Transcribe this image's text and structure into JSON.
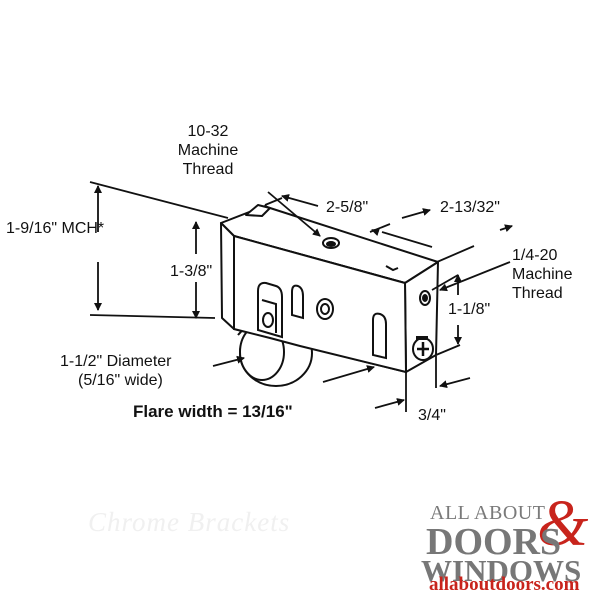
{
  "labels": {
    "thread_10_32": [
      "10-32",
      "Machine",
      "Thread"
    ],
    "dim_2_5_8": "2-5/8\"",
    "dim_2_13_32": "2-13/32\"",
    "dim_1_9_16": "1-9/16\" MCH*",
    "dim_1_3_8": "1-3/8\"",
    "thread_1_4_20": [
      "1/4-20",
      "Machine",
      "Thread"
    ],
    "dim_1_1_8": "1-1/8\"",
    "wheel_diameter": "1-1/2\" Diameter",
    "wheel_width": "(5/16\" wide)",
    "flare_width": "Flare width = 13/16\"",
    "dim_3_4": "3/4\""
  },
  "watermark": "Chrome Brackets",
  "brand": {
    "top": "ALL ABOUT",
    "amp": "&",
    "doors": "DOORS",
    "windows": "WINDOWS",
    "url": "allaboutdoors.com"
  },
  "colors": {
    "line": "#111111",
    "brand_gray": "#777777",
    "brand_red": "#c8241c"
  }
}
